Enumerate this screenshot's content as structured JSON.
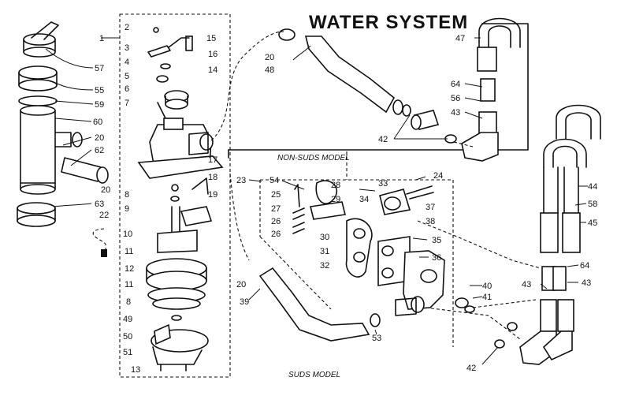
{
  "diagram": {
    "title": "WATER SYSTEM",
    "captions": {
      "non_suds": "NON-SUDS MODEL",
      "suds": "SUDS MODEL"
    },
    "labels": {
      "p1": "1",
      "p2": "2",
      "p3": "3",
      "p4": "4",
      "p5": "5",
      "p6": "6",
      "p7": "7",
      "p8": "8",
      "p9": "9",
      "p10": "10",
      "p11": "11",
      "p11b": "11",
      "p12": "12",
      "p8b": "8",
      "p49": "49",
      "p50": "50",
      "p51": "51",
      "p13": "13",
      "p15": "15",
      "p16": "16",
      "p14": "14",
      "p17": "17",
      "p18": "18",
      "p19": "19",
      "p20a": "20",
      "p20b": "20",
      "p20c": "20",
      "p20d": "20",
      "p57": "57",
      "p55": "55",
      "p59": "59",
      "p60": "60",
      "p62": "62",
      "p63": "63",
      "p22": "22",
      "p48": "48",
      "p47": "47",
      "p64a": "64",
      "p56": "56",
      "p43a": "43",
      "p42a": "42",
      "p23": "23",
      "p54": "54",
      "p25": "25",
      "p27": "27",
      "p26a": "26",
      "p26b": "26",
      "p28": "28",
      "p29": "29",
      "p34": "34",
      "p30": "30",
      "p31": "31",
      "p32": "32",
      "p33": "33",
      "p24": "24",
      "p37": "37",
      "p38a": "38",
      "p35": "35",
      "p36": "36",
      "p39": "39",
      "p53": "53",
      "p40": "40",
      "p41": "41",
      "p42b": "42",
      "p44": "44",
      "p58": "58",
      "p45": "45",
      "p64b": "64",
      "p43b": "43",
      "p43c": "43"
    }
  }
}
